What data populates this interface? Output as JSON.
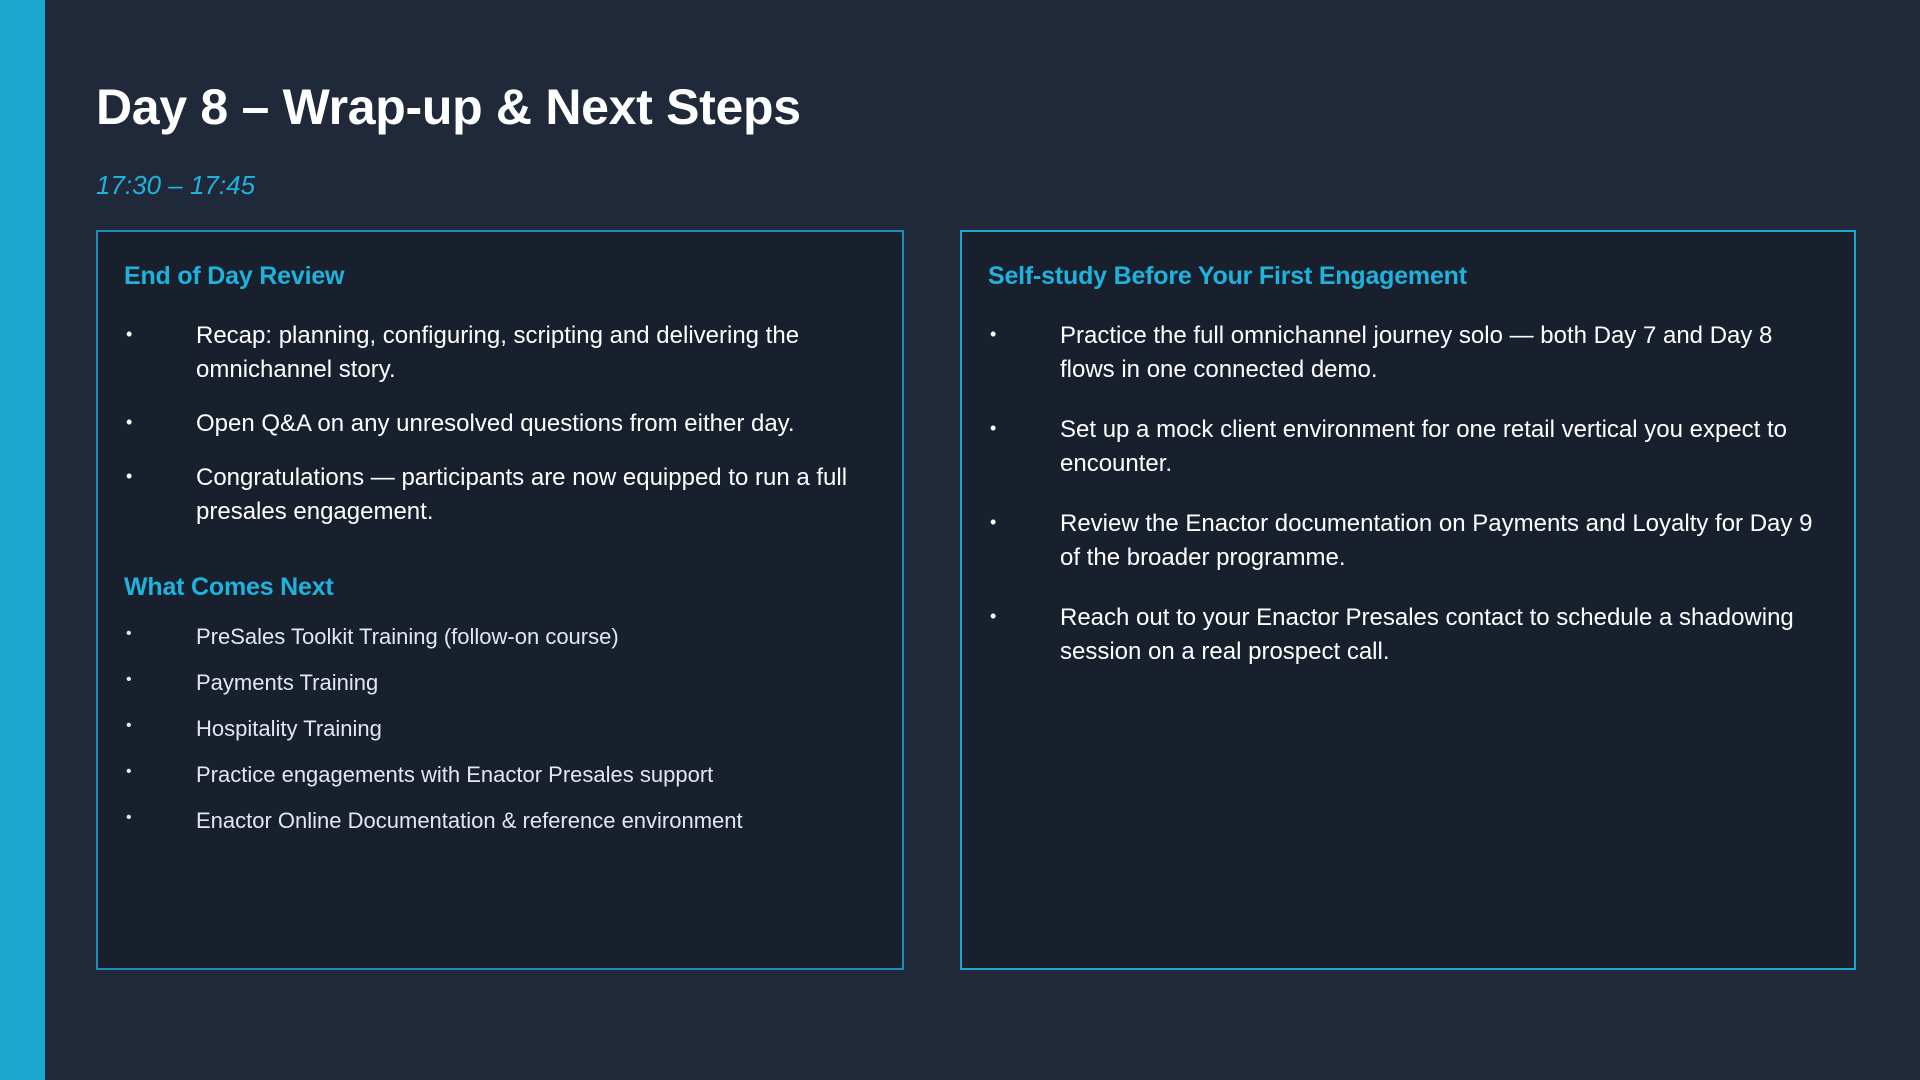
{
  "slide": {
    "title": "Day 8 – Wrap-up & Next Steps",
    "time": "17:30 – 17:45"
  },
  "left_panel": {
    "review_title": "End of Day Review",
    "review_items": [
      "Recap: planning, configuring, scripting and delivering the omnichannel story.",
      "Open Q&A on any unresolved questions from either day.",
      "Congratulations — participants are now equipped to run a full presales engagement."
    ],
    "next_title": "What Comes Next",
    "next_items": [
      "PreSales Toolkit Training (follow-on course)",
      "Payments Training",
      "Hospitality Training",
      "Practice engagements with Enactor Presales support",
      "Enactor Online Documentation & reference environment"
    ]
  },
  "right_panel": {
    "title": "Self-study Before Your First Engagement",
    "items": [
      "Practice the full omnichannel journey solo — both Day 7 and Day 8 flows in one connected demo.",
      "Set up a mock client environment for one retail vertical you expect to encounter.",
      "Review the Enactor documentation on Payments and Loyalty for Day 9 of the broader programme.",
      "Reach out to your Enactor Presales contact to schedule a shadowing session on a real prospect call."
    ]
  },
  "bullet_glyph": "•",
  "colors": {
    "background": "#1f2939",
    "panel_background": "#18202e",
    "accent": "#1aa8d0",
    "heading_accent": "#1fb2dc",
    "panel_border": "#1e8fb3",
    "text": "#ffffff"
  }
}
